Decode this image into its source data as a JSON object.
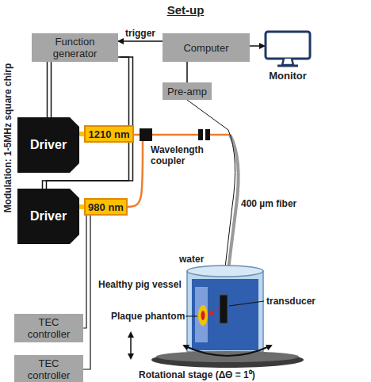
{
  "diagram": {
    "title": "Set-up",
    "nodes": [
      {
        "text": [
          "Function generator"
        ]
      },
      {
        "text": [
          "Computer"
        ]
      },
      {
        "text": [
          "Monitor"
        ]
      },
      {
        "text": [
          "Pre-amp"
        ]
      },
      {
        "text": [
          "Driver"
        ]
      },
      {
        "text": [
          "1210 nm"
        ]
      },
      {
        "text": [
          "Driver"
        ]
      },
      {
        "text": [
          "980 nm"
        ]
      },
      {
        "text": [
          "Wavelength coupler"
        ]
      },
      {
        "text": [
          "TEC controller"
        ]
      },
      {
        "text": [
          "TEC controller"
        ]
      }
    ],
    "edges": [
      {
        "from": 1,
        "to": 0,
        "label": "trigger",
        "arrow": "to"
      },
      {
        "from": 1,
        "to": 2,
        "arrow": "to"
      },
      {
        "from": 0,
        "to": 4,
        "arrow": "none"
      },
      {
        "from": 0,
        "to": 6,
        "arrow": "none"
      },
      {
        "from": 4,
        "to": 5,
        "arrow": "none"
      },
      {
        "from": 6,
        "to": 7,
        "arrow": "none"
      },
      {
        "from": 5,
        "to": 8,
        "arrow": "none"
      },
      {
        "from": 7,
        "to": 8,
        "arrow": "none"
      },
      {
        "from": 9,
        "to": 7,
        "arrow": "none"
      },
      {
        "from": 10,
        "to": 7,
        "arrow": "none"
      },
      {
        "from": 3,
        "to": 1,
        "arrow": "none"
      }
    ],
    "labels": [
      "Modulation: 1-5MHz square chirp",
      "400 µm fiber",
      "water",
      "Healthy pig vessel",
      "transducer",
      "Plaque phantom",
      "Rotational stage (ΔΘ = 1⁰)"
    ]
  }
}
